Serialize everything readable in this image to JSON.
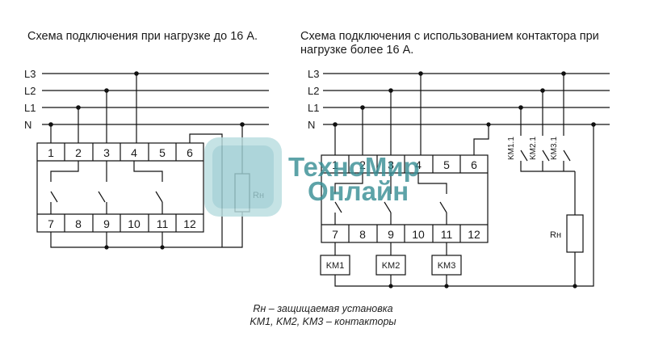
{
  "titles": {
    "left": "Схема подключения при нагрузке до 16 А.",
    "right_line1": "Схема подключения с использованием контактора при",
    "right_line2": "нагрузке более 16 А."
  },
  "bus_labels": [
    "L3",
    "L2",
    "L1",
    "N"
  ],
  "terminals_top": [
    "1",
    "2",
    "3",
    "4",
    "5",
    "6"
  ],
  "terminals_bottom": [
    "7",
    "8",
    "9",
    "10",
    "11",
    "12"
  ],
  "load_label": "Rн",
  "contactors": [
    "KM1",
    "KM2",
    "KM3"
  ],
  "contactor_contacts": [
    "KM1.1",
    "KM2.1",
    "KM3.1"
  ],
  "watermark": {
    "line1": "ТехноМир",
    "line2": "Онлайн"
  },
  "legend": {
    "line1": "Rн – защищаемая установка",
    "line2": "KM1, KM2, KM3 – контакторы"
  },
  "colors": {
    "line": "#111111",
    "watermark": "#3a8f96",
    "watermark_bg": "#b9dde0"
  }
}
